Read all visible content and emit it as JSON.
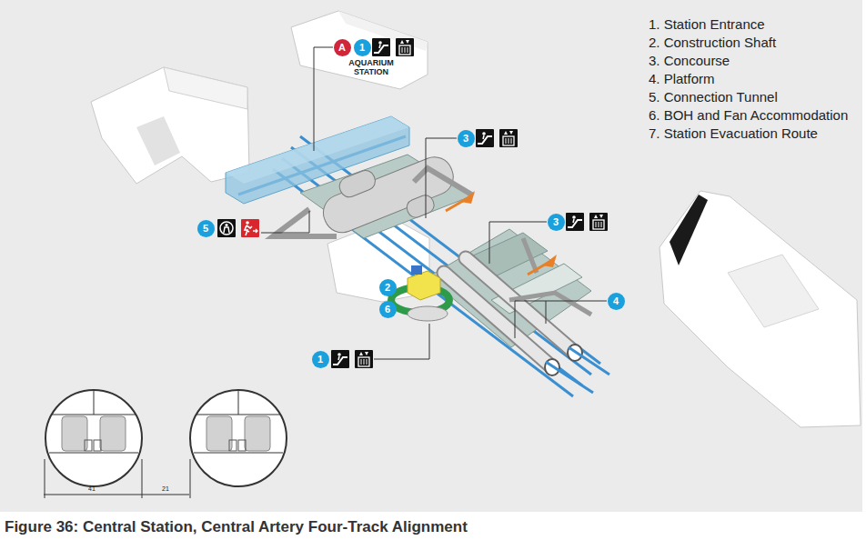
{
  "diagram": {
    "caption": "Figure 36: Central Station, Central Artery Four-Track Alignment",
    "nodes": [
      {
        "text": [
          "A"
        ]
      },
      {
        "text": [
          "1"
        ]
      },
      {
        "text": [
          "3"
        ]
      },
      {
        "text": [
          "3"
        ]
      },
      {
        "text": [
          "5"
        ]
      },
      {
        "text": [
          "2"
        ]
      },
      {
        "text": [
          "6"
        ]
      },
      {
        "text": [
          "1"
        ]
      },
      {
        "text": [
          "4"
        ]
      }
    ],
    "edges": [],
    "labels": [
      "1. Station Entrance",
      "2. Construction Shaft",
      "3. Concourse",
      "4. Platform",
      "5. Connection Tunnel",
      "6. BOH and Fan Accommodation",
      "7. Station Evacuation Route",
      "AQUARIUM STATION",
      "41",
      "21"
    ]
  }
}
